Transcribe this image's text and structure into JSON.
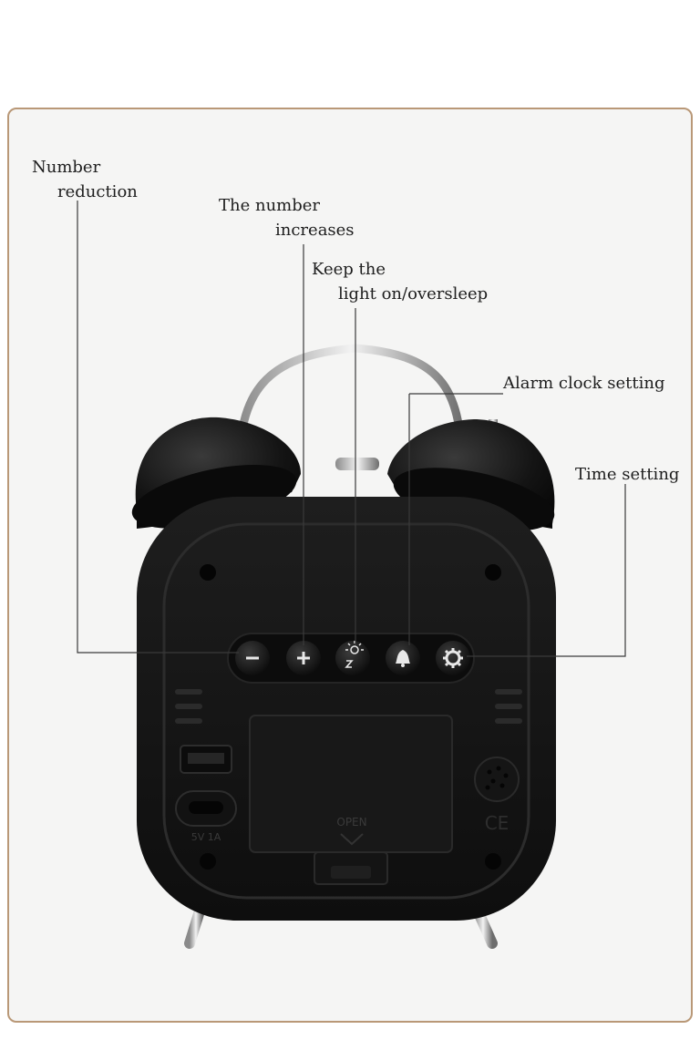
{
  "labels": {
    "number_reduction": [
      "Number",
      "reduction"
    ],
    "number_increases": [
      "The number",
      "increases"
    ],
    "keep_light_on": [
      "Keep the",
      "light on/oversleep"
    ],
    "alarm_clock_setting": "Alarm clock setting",
    "time_setting": "Time setting"
  },
  "buttons": [
    {
      "name": "minus",
      "symbol": "−"
    },
    {
      "name": "plus",
      "symbol": "+"
    },
    {
      "name": "light-snooze",
      "symbol": "z"
    },
    {
      "name": "alarm-bell",
      "symbol": "bell"
    },
    {
      "name": "settings-gear",
      "symbol": "gear"
    }
  ],
  "device_marks": {
    "open_text": "OPEN",
    "power_text": "5V 1A",
    "ce_mark": "CE"
  },
  "colors": {
    "frame_border": "#b99877",
    "clock_body": "#151515",
    "background": "#f5f5f4"
  }
}
